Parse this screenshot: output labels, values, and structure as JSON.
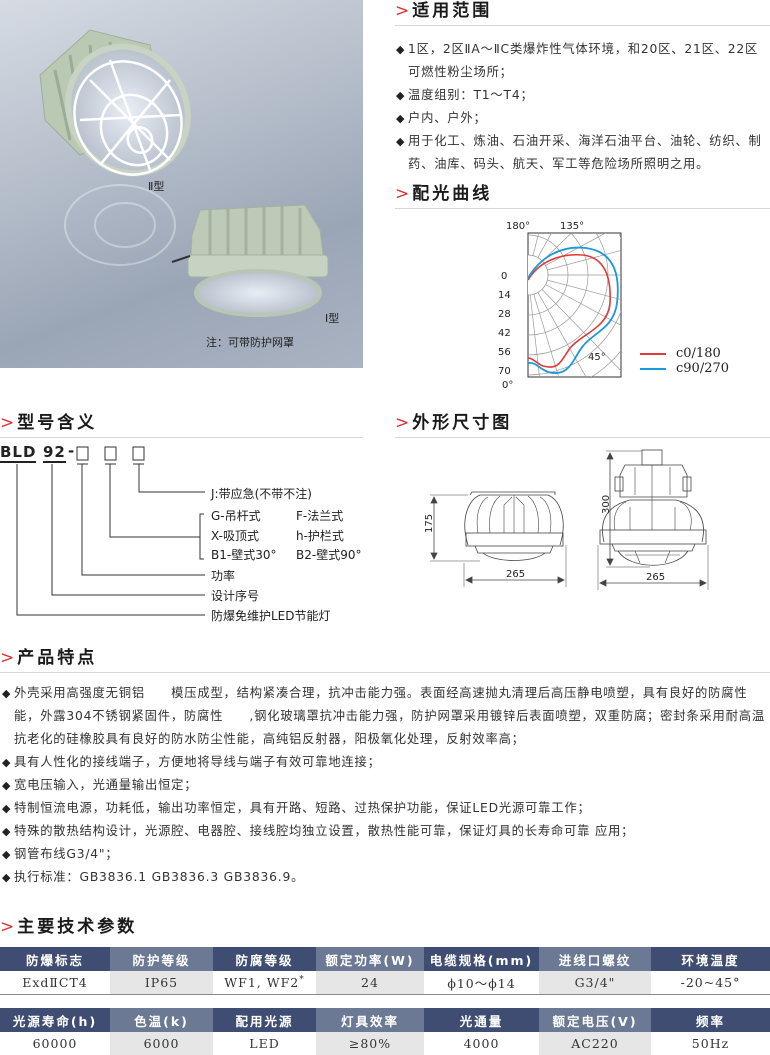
{
  "photo": {
    "type2_label": "Ⅱ型",
    "type1_label": "Ⅰ型",
    "note": "注：可带防护网罩"
  },
  "scope": {
    "heading_marker": ">",
    "heading": "适用范围",
    "items": [
      "1区，2区ⅡA～ⅡC类爆炸性气体环境，和20区、21区、22区可燃性粉尘场所；",
      "温度组别：T1～T4；",
      "户内、户外；",
      "用于化工、炼油、石油开采、海洋石油平台、油轮、纺织、制药、油库、码头、航天、军工等危险场所照明之用。"
    ]
  },
  "light_curve": {
    "heading_marker": ">",
    "heading": "配光曲线"
  },
  "chart_data": {
    "type": "line",
    "title": "配光曲线",
    "polar": true,
    "angle_labels": [
      "180°",
      "135°",
      "45°",
      "0°"
    ],
    "radial_labels": [
      "0",
      "14",
      "28",
      "42",
      "56",
      "70"
    ],
    "series": [
      {
        "name": "c0/180",
        "color": "#e03a3a"
      },
      {
        "name": "c90/270",
        "color": "#1a9ad6"
      }
    ],
    "legend_position": "right-bottom",
    "grid": true
  },
  "model": {
    "heading_marker": ">",
    "heading": "型号含义",
    "code_prefix": "BLD",
    "code_series": "92",
    "code_dash": "-",
    "meanings": {
      "emergency": "J:带应急(不带不注)",
      "mount_g": "G-吊杆式",
      "mount_f": "F-法兰式",
      "mount_x": "X-吸顶式",
      "mount_h": "h-护栏式",
      "mount_b1": "B1-壁式30°",
      "mount_b2": "B2-壁式90°",
      "power": "功率",
      "design_no": "设计序号",
      "product": "防爆免维护LED节能灯"
    }
  },
  "dimensions": {
    "heading_marker": ">",
    "heading": "外形尺寸图",
    "left": {
      "height": "175",
      "width": "265"
    },
    "right": {
      "height": "300",
      "width": "265"
    }
  },
  "features": {
    "heading_marker": ">",
    "heading": "产品特点",
    "items": [
      "外壳采用高强度无铜铝　　模压成型，结构紧凑合理，抗冲击能力强。表面经高速抛丸清理后高压静电喷塑，具有良好的防腐性能，外露304不锈钢紧固件，防腐性　　,钢化玻璃罩抗冲击能力强，防护网罩采用镀锌后表面喷塑，双重防腐；密封条采用耐高温抗老化的硅橡胶具有良好的防水防尘性能，高纯铝反射器，阳极氧化处理，反射效率高；",
      "具有人性化的接线端子，方便地将导线与端子有效可靠地连接；",
      "宽电压输入，光通量输出恒定；",
      "特制恒流电源，功耗低，输出功率恒定，具有开路、短路、过热保护功能，保证LED光源可靠工作；",
      "特殊的散热结构设计，光源腔、电器腔、接线腔均独立设置，散热性能可靠，保证灯具的长寿命可靠 应用；",
      "钢管布线G3/4\"；",
      "执行标准：GB3836.1  GB3836.3  GB3836.9。"
    ]
  },
  "specs": {
    "heading_marker": ">",
    "heading": "主要技术参数",
    "table1": {
      "headers": [
        "防爆标志",
        "防护等级",
        "防腐等级",
        "额定功率(W)",
        "电缆规格(mm)",
        "进线口螺纹",
        "环境温度"
      ],
      "values": [
        "ExdⅡCT4",
        "IP65",
        "WF1, WF2",
        "24",
        "ϕ10～ϕ14",
        "G3/4\"",
        "-20~45°"
      ],
      "wf_star": "*"
    },
    "table2": {
      "headers": [
        "光源寿命(h)",
        "色温(k)",
        "配用光源",
        "灯具效率",
        "光通量",
        "额定电压(V)",
        "频率"
      ],
      "values": [
        "60000",
        "6000",
        "LED",
        "≥80%",
        "4000",
        "AC220",
        "50Hz"
      ]
    }
  }
}
